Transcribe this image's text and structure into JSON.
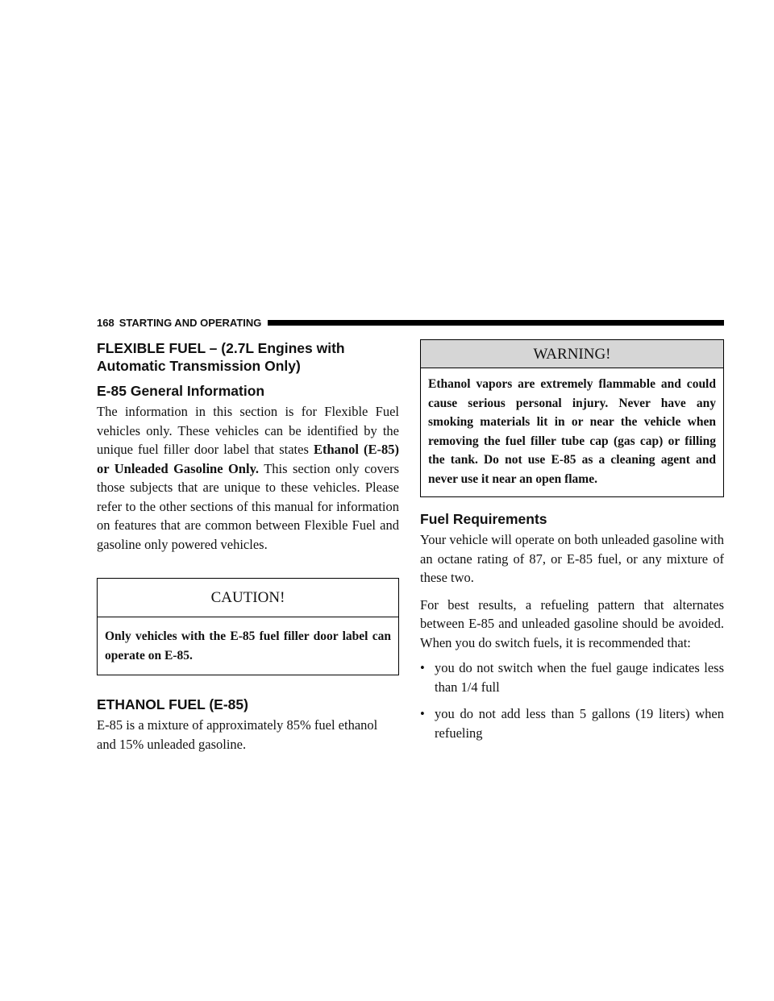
{
  "header": {
    "page_number": "168",
    "section_title": "STARTING AND OPERATING"
  },
  "left": {
    "main_heading": "FLEXIBLE FUEL – (2.7L Engines with Automatic Transmission Only)",
    "sub_heading_general": "E-85 General Information",
    "general_text_1": "The information in this section is for Flexible Fuel vehicles only. These vehicles can be identified by the unique fuel filler door label that states ",
    "general_text_bold": "Ethanol (E-85) or Unleaded Gasoline Only.",
    "general_text_2": " This section only covers those subjects that are unique to these vehicles. Please refer to the other sections of this manual for information on features that are common between Flexible Fuel and gasoline only powered vehicles.",
    "caution_title": "CAUTION!",
    "caution_text": "Only vehicles with the E-85 fuel filler door label can operate on E-85.",
    "sub_heading_ethanol": "ETHANOL FUEL (E-85)",
    "ethanol_text": "E-85 is a mixture of approximately 85% fuel ethanol and 15% unleaded gasoline."
  },
  "right": {
    "warning_title": "WARNING!",
    "warning_text": "Ethanol vapors are extremely flammable and could cause serious personal injury. Never have any smoking materials lit in or near the vehicle when removing the fuel filler tube cap (gas cap) or filling the tank. Do not use E-85 as a cleaning agent and never use it near an open flame.",
    "sub_heading_fuel": "Fuel Requirements",
    "fuel_text_1": "Your vehicle will operate on both unleaded gasoline with an octane rating of 87, or E-85 fuel, or any mixture of these two.",
    "fuel_text_2": "For best results, a refueling pattern that alternates between E-85 and unleaded gasoline should be avoided. When you do switch fuels, it is recommended that:",
    "bullet_symbol": "•",
    "bullets": [
      "you do not switch when the fuel gauge indicates less than 1/4 full",
      "you do not add less than 5 gallons (19 liters) when refueling"
    ]
  }
}
